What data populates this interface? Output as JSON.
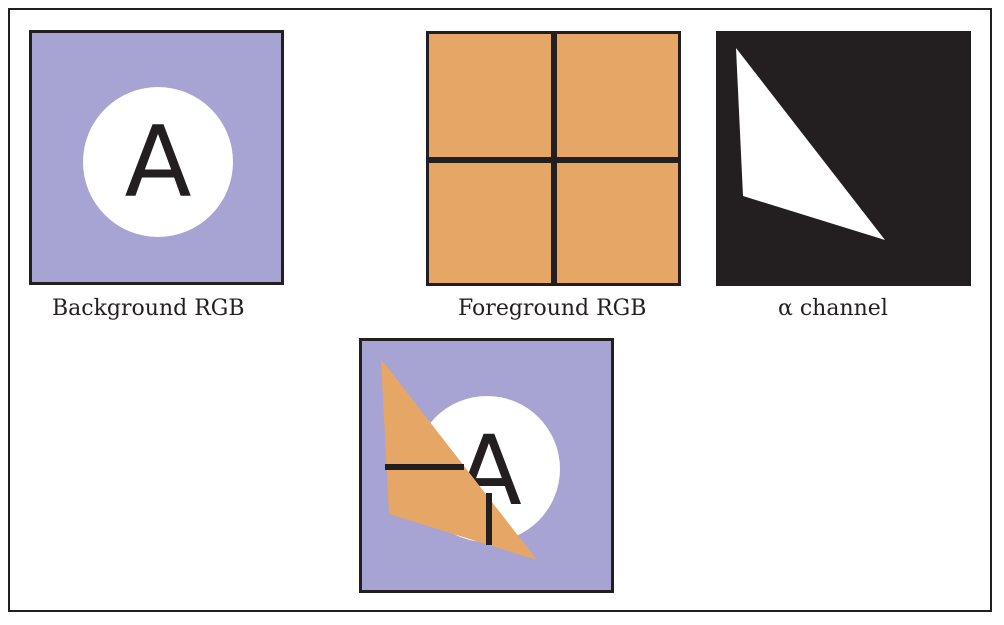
{
  "colors": {
    "lavender": "#a7a3d2",
    "orange": "#e6a766",
    "black": "#231f20",
    "white": "#ffffff"
  },
  "background_panel": {
    "letter": "A",
    "caption": "Background RGB"
  },
  "foreground_panel": {
    "caption": "Foreground RGB"
  },
  "alpha_panel": {
    "caption": "α channel"
  },
  "composite_panel": {
    "letter": "A"
  }
}
